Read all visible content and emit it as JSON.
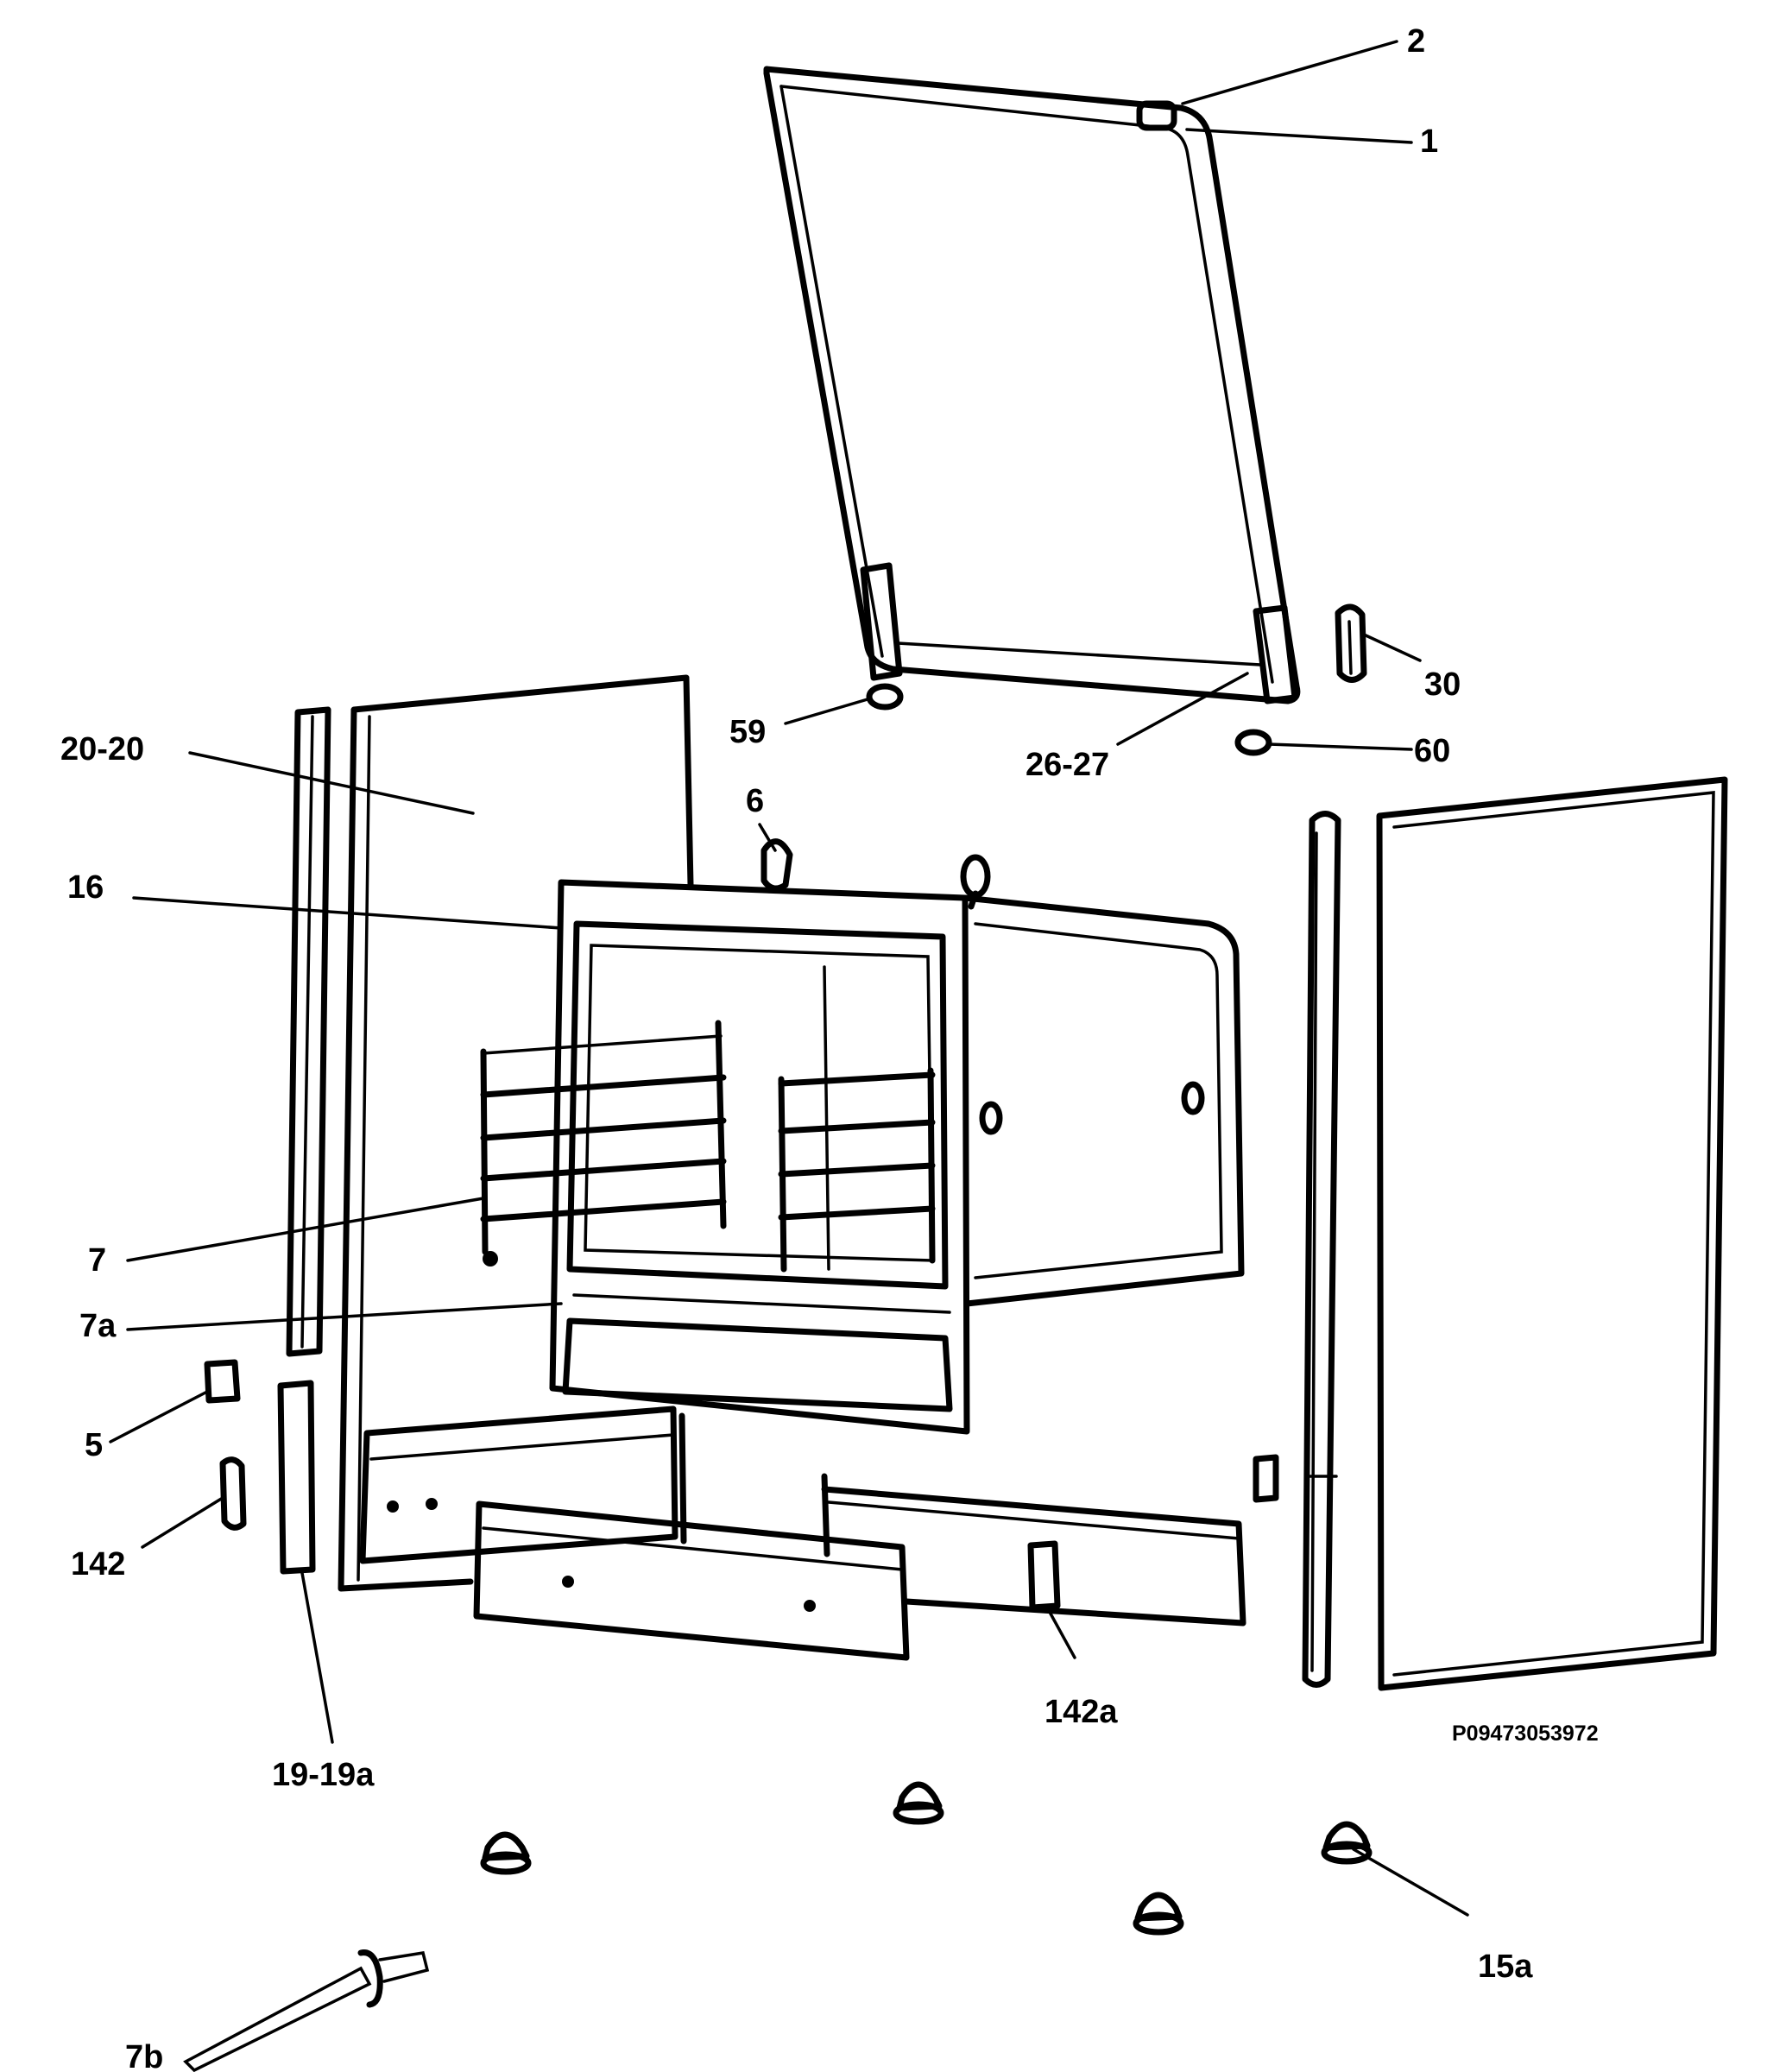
{
  "diagram": {
    "labels": {
      "l2": "2",
      "l1": "1",
      "l30": "30",
      "l59": "59",
      "l26_27": "26-27",
      "l60": "60",
      "l20_20": "20-20",
      "l6": "6",
      "l16": "16",
      "l7": "7",
      "l7a": "7a",
      "l5": "5",
      "l142": "142",
      "l142a": "142a",
      "l19_19a": "19-19a",
      "l7b": "7b",
      "l15a": "15a"
    },
    "drawing_code": "P09473053972"
  }
}
